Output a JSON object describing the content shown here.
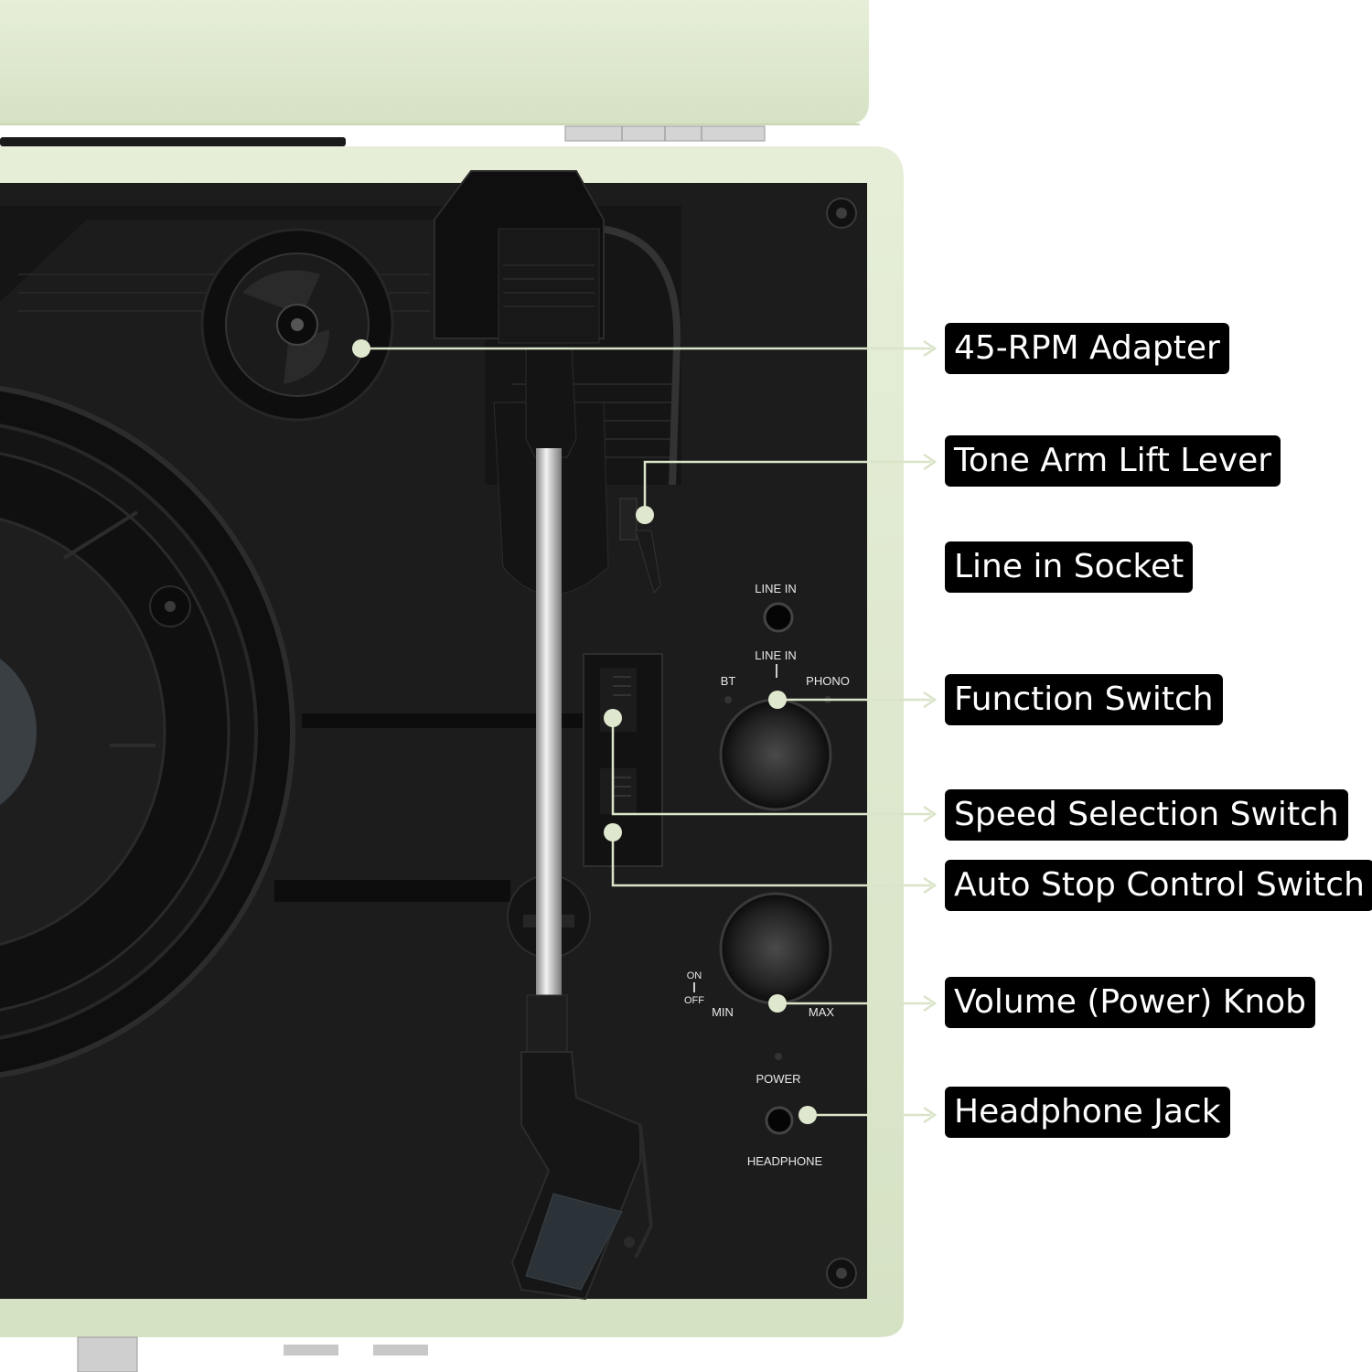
{
  "panel_labels": {
    "line_in_top": "LINE IN",
    "line_in_switch": "LINE IN",
    "bt": "BT",
    "phono": "PHONO",
    "on": "ON",
    "off": "OFF",
    "min": "MIN",
    "max": "MAX",
    "power": "POWER",
    "headphone": "HEADPHONE"
  },
  "callouts": [
    {
      "id": "adapter",
      "label": "45-RPM Adapter"
    },
    {
      "id": "lift-lever",
      "label": "Tone Arm Lift Lever"
    },
    {
      "id": "line-in-socket",
      "label": "Line in Socket"
    },
    {
      "id": "function-switch",
      "label": "Function Switch"
    },
    {
      "id": "speed-switch",
      "label": "Speed Selection Switch"
    },
    {
      "id": "auto-stop",
      "label": "Auto Stop Control Switch"
    },
    {
      "id": "volume-knob",
      "label": "Volume (Power) Knob"
    },
    {
      "id": "headphone-jack",
      "label": "Headphone Jack"
    }
  ],
  "colors": {
    "case": "#dfe9cf",
    "panel": "#1a1a1a",
    "leader": "#d9e4c8",
    "callout_bg": "#000000",
    "callout_text": "#ffffff"
  }
}
